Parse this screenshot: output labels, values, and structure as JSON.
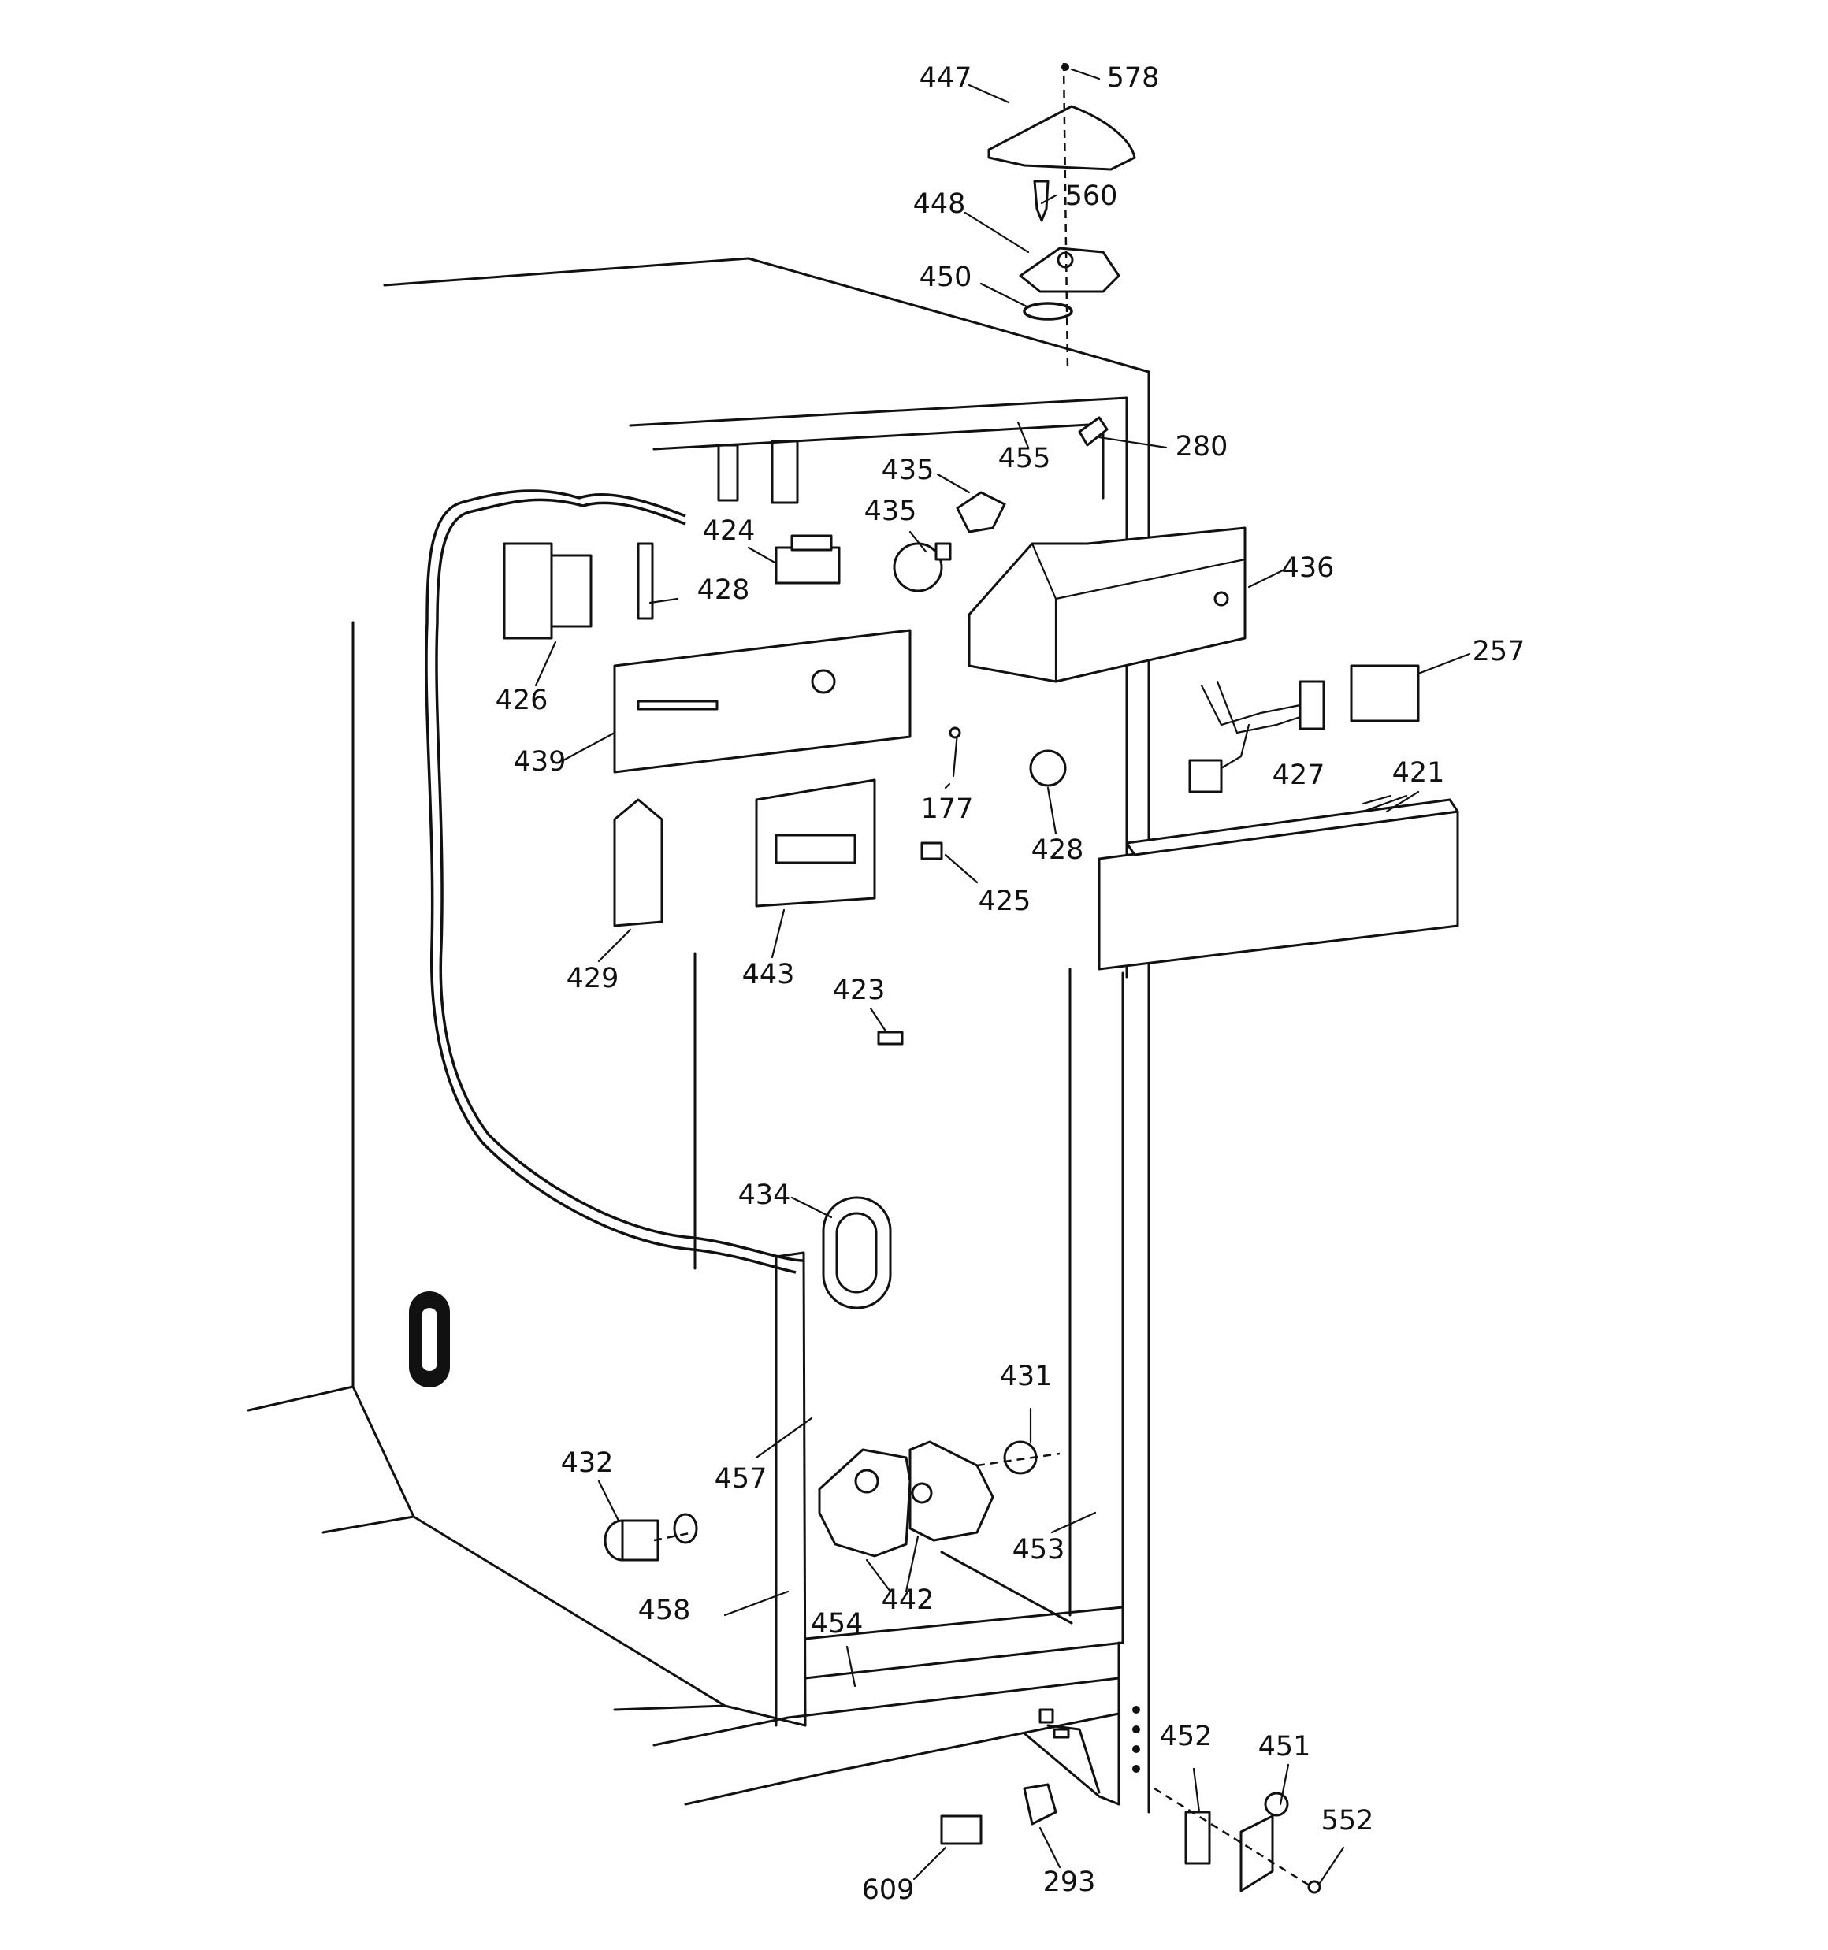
{
  "diagram": {
    "labels": [
      {
        "id": "447",
        "text": "447"
      },
      {
        "id": "578",
        "text": "578"
      },
      {
        "id": "448",
        "text": "448"
      },
      {
        "id": "560",
        "text": "560"
      },
      {
        "id": "450",
        "text": "450"
      },
      {
        "id": "455",
        "text": "455"
      },
      {
        "id": "280",
        "text": "280"
      },
      {
        "id": "435a",
        "text": "435"
      },
      {
        "id": "435b",
        "text": "435"
      },
      {
        "id": "424",
        "text": "424"
      },
      {
        "id": "428a",
        "text": "428"
      },
      {
        "id": "426",
        "text": "426"
      },
      {
        "id": "436",
        "text": "436"
      },
      {
        "id": "257",
        "text": "257"
      },
      {
        "id": "439",
        "text": "439"
      },
      {
        "id": "177",
        "text": "177"
      },
      {
        "id": "428b",
        "text": "428"
      },
      {
        "id": "427",
        "text": "427"
      },
      {
        "id": "421",
        "text": "421"
      },
      {
        "id": "425",
        "text": "425"
      },
      {
        "id": "429",
        "text": "429"
      },
      {
        "id": "443",
        "text": "443"
      },
      {
        "id": "423",
        "text": "423"
      },
      {
        "id": "434",
        "text": "434"
      },
      {
        "id": "431",
        "text": "431"
      },
      {
        "id": "432",
        "text": "432"
      },
      {
        "id": "457",
        "text": "457"
      },
      {
        "id": "453",
        "text": "453"
      },
      {
        "id": "442",
        "text": "442"
      },
      {
        "id": "458",
        "text": "458"
      },
      {
        "id": "454",
        "text": "454"
      },
      {
        "id": "452",
        "text": "452"
      },
      {
        "id": "451",
        "text": "451"
      },
      {
        "id": "552",
        "text": "552"
      },
      {
        "id": "609",
        "text": "609"
      },
      {
        "id": "293",
        "text": "293"
      }
    ]
  }
}
